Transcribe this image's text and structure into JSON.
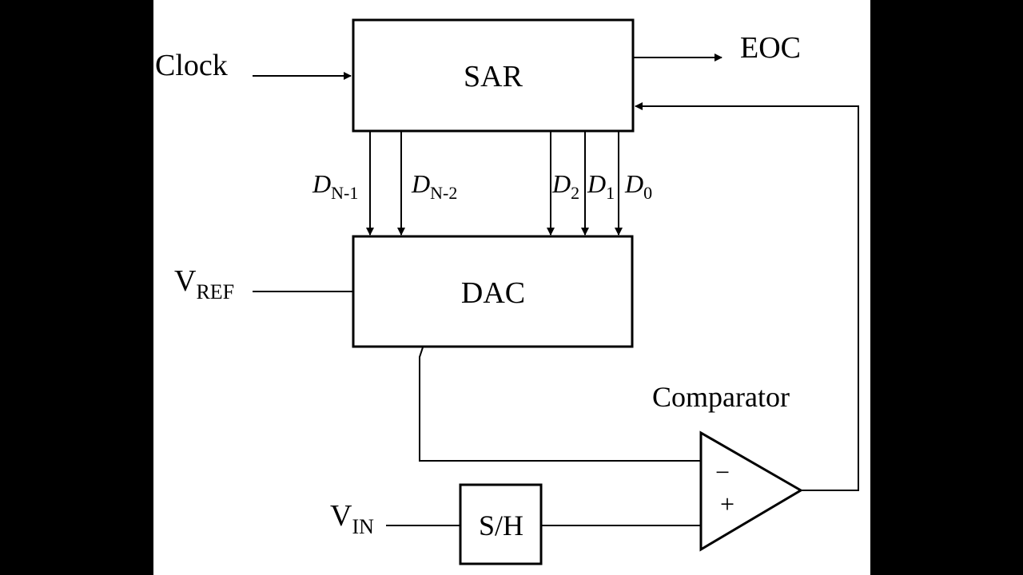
{
  "blocks": {
    "sar": "SAR",
    "dac": "DAC",
    "sh": "S/H"
  },
  "signals": {
    "clock": "Clock",
    "eoc": "EOC",
    "comparator": "Comparator",
    "vref_main": "V",
    "vref_sub": "REF",
    "vin_main": "V",
    "vin_sub": "IN"
  },
  "bits": [
    {
      "main": "D",
      "sub": "N-1"
    },
    {
      "main": "D",
      "sub": "N-2"
    },
    {
      "main": "D",
      "sub": "2"
    },
    {
      "main": "D",
      "sub": "1"
    },
    {
      "main": "D",
      "sub": "0"
    }
  ],
  "comparator_inputs": {
    "minus": "−",
    "plus": "+"
  }
}
